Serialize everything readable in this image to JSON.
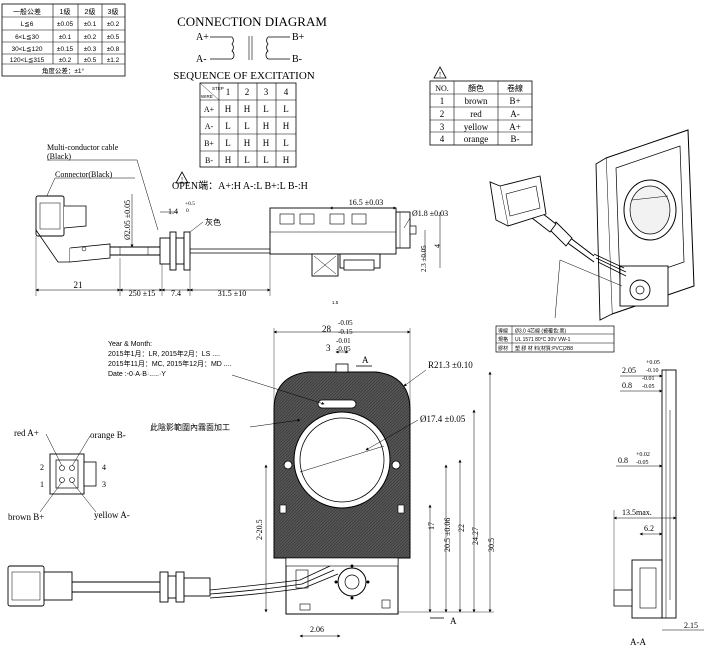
{
  "tolerance_table": {
    "headers": [
      "一般公差",
      "1級",
      "2級",
      "3級"
    ],
    "rows": [
      [
        "L≦6",
        "±0.05",
        "±0.1",
        "±0.2"
      ],
      [
        "6<L≦30",
        "±0.1",
        "±0.2",
        "±0.5"
      ],
      [
        "30<L≦120",
        "±0.15",
        "±0.3",
        "±0.8"
      ],
      [
        "120<L≦315",
        "±0.2",
        "±0.5",
        "±1.2"
      ]
    ],
    "angle_note": "角度公差：±1°"
  },
  "connection": {
    "title": "CONNECTION DIAGRAM",
    "a_plus": "A+",
    "a_minus": "A-",
    "b_plus": "B+",
    "b_minus": "B-"
  },
  "sequence": {
    "title": "SEQUENCE OF EXCITATION",
    "corner_top": "STEP",
    "corner_bottom": "WIRE",
    "steps": [
      "1",
      "2",
      "3",
      "4"
    ],
    "rows": [
      {
        "wire": "A+",
        "values": [
          "H",
          "H",
          "L",
          "L"
        ]
      },
      {
        "wire": "A-",
        "values": [
          "L",
          "L",
          "H",
          "H"
        ]
      },
      {
        "wire": "B+",
        "values": [
          "L",
          "H",
          "H",
          "L"
        ]
      },
      {
        "wire": "B-",
        "values": [
          "H",
          "L",
          "L",
          "H"
        ]
      }
    ],
    "open_note": "OPEN端：A+:H A-:L B+:L B-:H"
  },
  "wire_table": {
    "headers": [
      "NO.",
      "顏色",
      "卷線"
    ],
    "rows": [
      [
        "1",
        "brown",
        "B+"
      ],
      [
        "2",
        "red",
        "A-"
      ],
      [
        "3",
        "yellow",
        "A+"
      ],
      [
        "4",
        "orange",
        "B-"
      ]
    ]
  },
  "cable_view": {
    "cable_label_1": "Multi-conductor cable",
    "cable_label_2": "(Black)",
    "connector_label": "Connector(Black)",
    "gray_label": "灰色",
    "dim_diameter": "Ø2.05 ±0.05",
    "dim_1_4": "1.4",
    "dim_1_4_tol": "+0.5",
    "dim_1_4_tol2": "0",
    "dim_21": "21",
    "dim_250": "250 ±15",
    "dim_7_4": "7.4",
    "dim_31_5": "31.5 ±10",
    "dim_16_5": "16.5 ±0.03",
    "dim_1_8": "Ø1.8 ±0.03",
    "dim_2_3": "2.3 ±0.05",
    "dim_4": "4",
    "small_mark": "1.5"
  },
  "spec_box": {
    "rows": [
      [
        "導線",
        "Ø3.0  4芯線 (被覆色:黑)"
      ],
      [
        "規格",
        "UL 1571 80°C 30V VW-1"
      ],
      [
        "膠材",
        "塑 膠 材 料(材質:PVC)2B8"
      ]
    ]
  },
  "front_view": {
    "dim_28": "28",
    "dim_28_tol_top": "-0.05",
    "dim_28_tol_bot": "-0.15",
    "dim_3": "3",
    "dim_3_tol_top": "-0.01",
    "dim_3_tol_bot": "-0.05",
    "section_mark": "A",
    "r21": "R21.3 ±0.10",
    "d17": "Ø17.4 ±0.05",
    "date_title": "Year & Month:",
    "date_line1": "2015年1月：LR, 2015年2月：LS ....",
    "date_line2": "2015年11月：MC, 2015年12月：MD ....",
    "date_line3": "Date  :-0·A·B·.....·Y",
    "shade_note": "此陰影範圍內霧面加工",
    "dim_2_20_5": "2-20.5",
    "dim_17": "17",
    "dim_20_5": "20.5 ±0.06",
    "dim_22": "22",
    "dim_24_27": "24.27",
    "dim_30_5": "30.5",
    "dim_2_06": "2.06"
  },
  "connector_pins": {
    "red": "red A+",
    "orange": "orange B-",
    "brown": "brown B+",
    "yellow": "yellow A-",
    "pin1": "1",
    "pin2": "2",
    "pin3": "3",
    "pin4": "4"
  },
  "side_view": {
    "dim_2_05": "2.05",
    "dim_2_05_tol_top": "+0.05",
    "dim_2_05_tol_bot": "-0.10",
    "dim_0_8a": "0.8",
    "dim_0_8a_tol_top": "-0.01",
    "dim_0_8a_tol_bot": "-0.05",
    "dim_0_8b": "0.8",
    "dim_0_8b_tol_top": "+0.02",
    "dim_0_8b_tol_bot": "-0.05",
    "dim_13_5": "13.5max.",
    "dim_6_2": "6.2",
    "dim_2_15": "2.15",
    "section_label": "A-A"
  }
}
